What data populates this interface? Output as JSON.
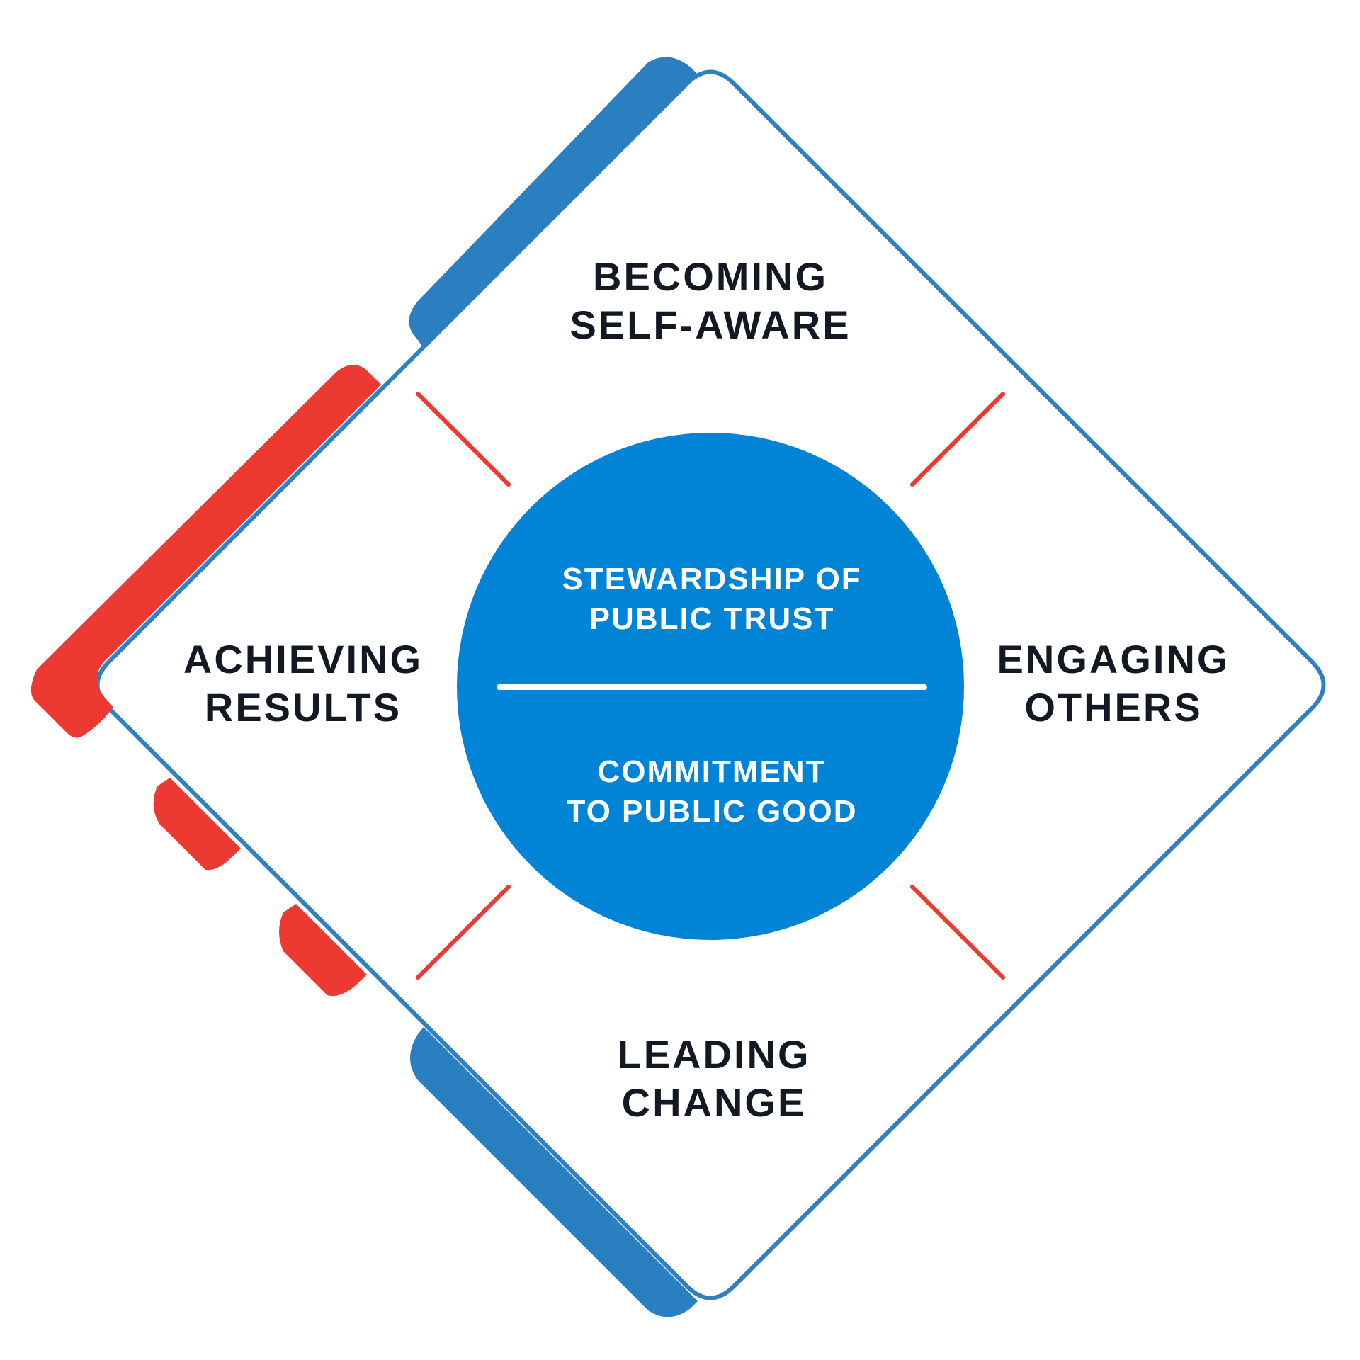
{
  "colors": {
    "blue_outline": "#2f7fc4",
    "blue_band": "#2a7fc1",
    "red_band": "#ec3a33",
    "circle_fill": "#0184d6",
    "text_dark": "#121923",
    "text_light": "#ffffff",
    "tick_red": "#ec3a33"
  },
  "quadrants": {
    "top": {
      "line1": "BECOMING",
      "line2": "SELF-AWARE"
    },
    "right": {
      "line1": "ENGAGING",
      "line2": "OTHERS"
    },
    "bottom": {
      "line1": "LEADING",
      "line2": "CHANGE"
    },
    "left": {
      "line1": "ACHIEVING",
      "line2": "RESULTS"
    }
  },
  "center": {
    "upper_line1": "STEWARDSHIP OF",
    "upper_line2": "PUBLIC TRUST",
    "lower_line1": "COMMITMENT",
    "lower_line2": "TO PUBLIC GOOD"
  }
}
